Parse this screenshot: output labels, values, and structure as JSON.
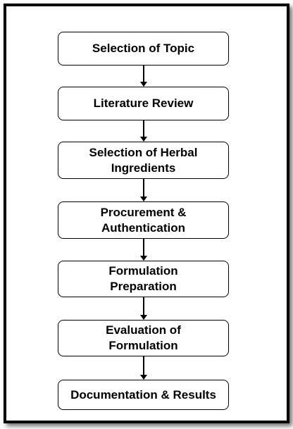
{
  "flowchart": {
    "steps": [
      {
        "label": "Selection of Topic"
      },
      {
        "label": "Literature Review"
      },
      {
        "label": "Selection of Herbal Ingredients"
      },
      {
        "label": "Procurement & Authentication"
      },
      {
        "label": "Formulation Preparation"
      },
      {
        "label": "Evaluation of Formulation"
      },
      {
        "label": "Documentation & Results"
      }
    ]
  }
}
